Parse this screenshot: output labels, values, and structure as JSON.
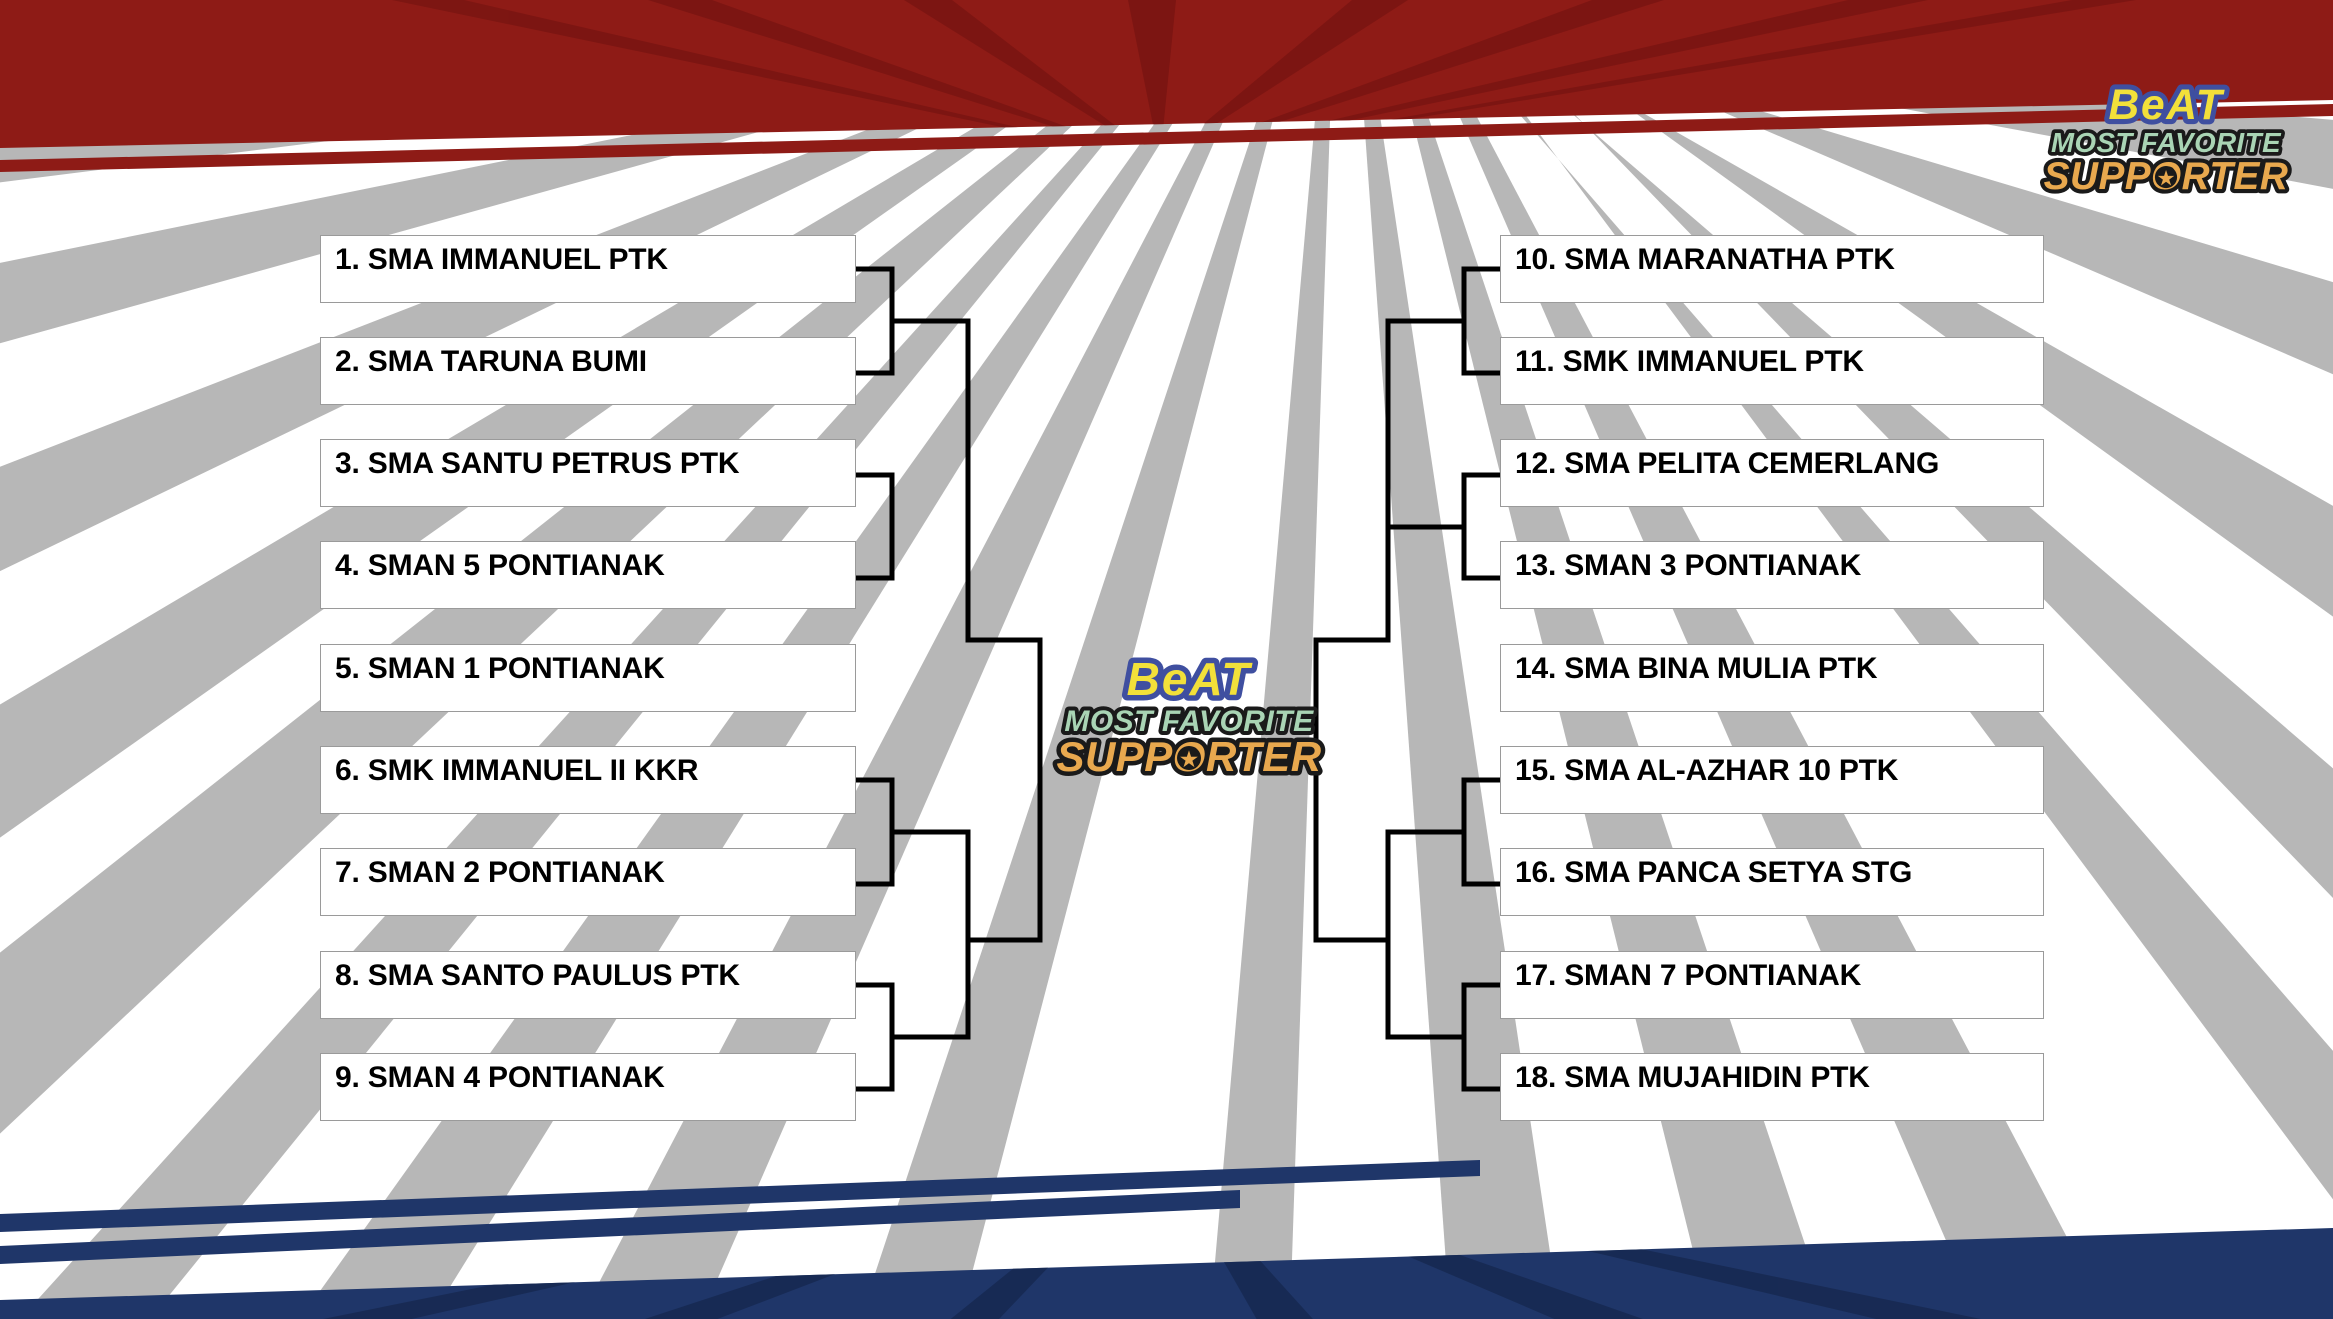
{
  "title": "BeAT MOST FAVORITE SUPPORTER",
  "logo": {
    "line1": "BeAT",
    "line2": "MOST FAVORITE",
    "line3": "SUPPORTER",
    "star_glyph": "★",
    "colors": {
      "line1_fill": "#f2e03a",
      "line1_outline": "#3f4fa0",
      "line2_fill": "#a9d4b4",
      "line2_outline": "#1a1a1a",
      "line3_fill": "#e8a84e",
      "line3_outline": "#1a1a1a"
    }
  },
  "theme": {
    "top_banner": "#8e1b16",
    "bottom_banner": "#1f3669",
    "ray_gray": "#b7b7b7",
    "box_border": "#9a9a9a",
    "box_fill": "#ffffff",
    "line_color": "#000000",
    "text_color": "#000000"
  },
  "bracket": {
    "left_column": [
      {
        "n": "1",
        "label": "1. SMA IMMANUEL PTK"
      },
      {
        "n": "2",
        "label": "2. SMA TARUNA BUMI"
      },
      {
        "n": "3",
        "label": "3. SMA SANTU PETRUS PTK"
      },
      {
        "n": "4",
        "label": "4. SMAN 5 PONTIANAK"
      },
      {
        "n": "5",
        "label": "5. SMAN 1 PONTIANAK"
      },
      {
        "n": "6",
        "label": "6. SMK IMMANUEL II KKR"
      },
      {
        "n": "7",
        "label": "7. SMAN 2 PONTIANAK"
      },
      {
        "n": "8",
        "label": "8. SMA SANTO PAULUS PTK"
      },
      {
        "n": "9",
        "label": "9. SMAN 4 PONTIANAK"
      }
    ],
    "right_column": [
      {
        "n": "10",
        "label": "10. SMA MARANATHA PTK"
      },
      {
        "n": "11",
        "label": "11. SMK IMMANUEL PTK"
      },
      {
        "n": "12",
        "label": "12. SMA PELITA CEMERLANG"
      },
      {
        "n": "13",
        "label": "13. SMAN 3 PONTIANAK"
      },
      {
        "n": "14",
        "label": "14. SMA BINA MULIA PTK"
      },
      {
        "n": "15",
        "label": "15. SMA AL-AZHAR 10 PTK"
      },
      {
        "n": "16",
        "label": "16. SMA PANCA SETYA STG"
      },
      {
        "n": "17",
        "label": "17. SMAN 7 PONTIANAK"
      },
      {
        "n": "18",
        "label": "18. SMA MUJAHIDIN PTK"
      }
    ]
  }
}
